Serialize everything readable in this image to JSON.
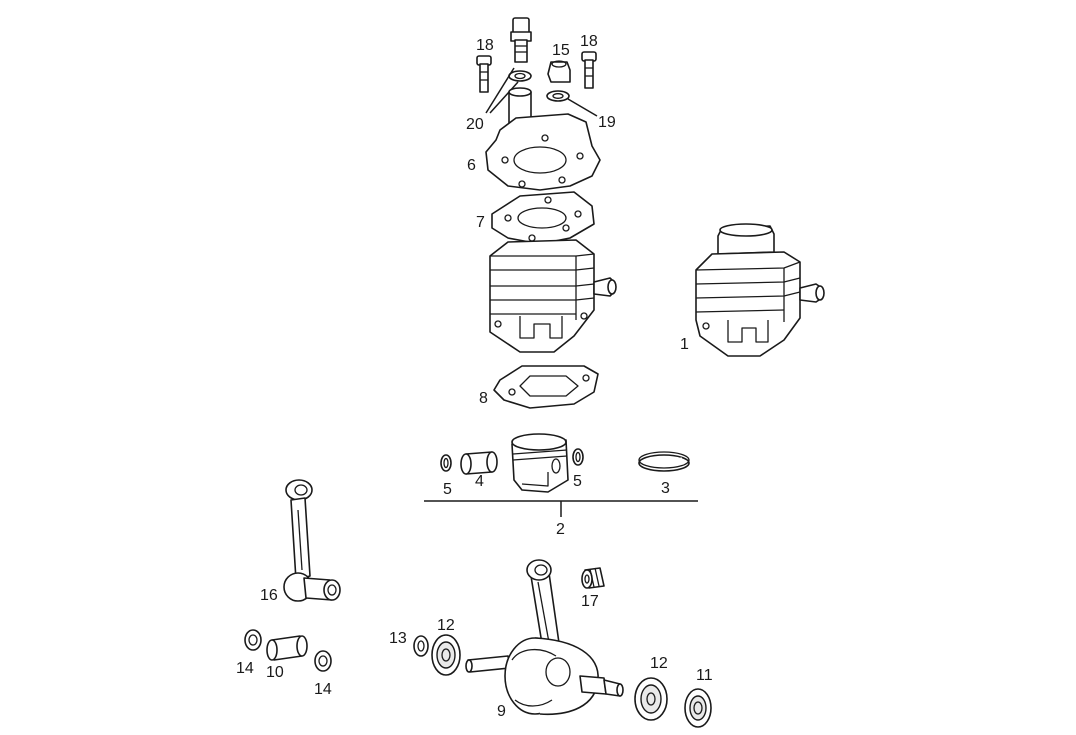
{
  "labels": {
    "p1": "1",
    "p2": "2",
    "p3": "3",
    "p4": "4",
    "p5a": "5",
    "p5b": "5",
    "p6": "6",
    "p7": "7",
    "p8": "8",
    "p9": "9",
    "p10": "10",
    "p11": "11",
    "p12a": "12",
    "p12b": "12",
    "p13": "13",
    "p14a": "14",
    "p14b": "14",
    "p15": "15",
    "p16": "16",
    "p17": "17",
    "p18a": "18",
    "p18b": "18",
    "p19": "19",
    "p20": "20"
  }
}
